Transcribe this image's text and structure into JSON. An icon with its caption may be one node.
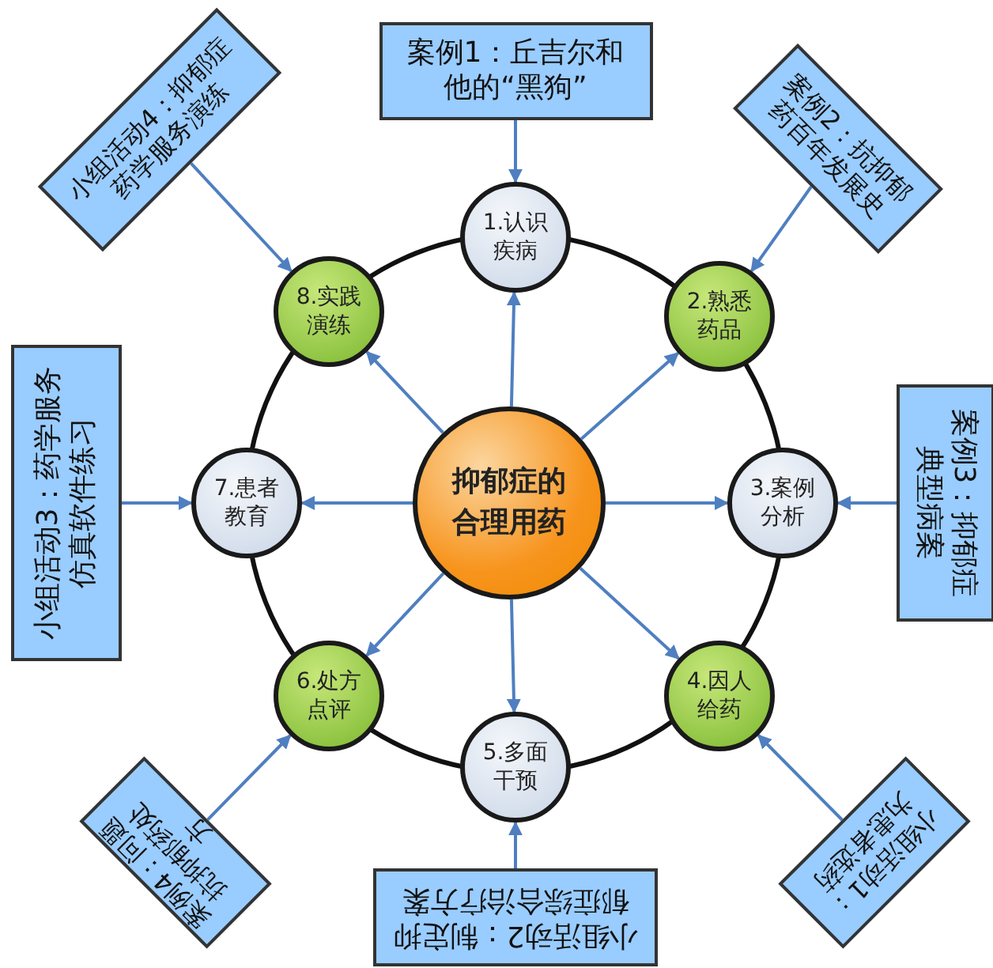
{
  "diagram": {
    "nodes": [
      {
        "text": [
          "抑郁症的合理用药"
        ]
      },
      {
        "text": [
          "1.认识疾病"
        ]
      },
      {
        "text": [
          "2.熟悉药品"
        ]
      },
      {
        "text": [
          "3.案例分析"
        ]
      },
      {
        "text": [
          "4.因人给药"
        ]
      },
      {
        "text": [
          "5.多面干预"
        ]
      },
      {
        "text": [
          "6.处方点评"
        ]
      },
      {
        "text": [
          "7.患者教育"
        ]
      },
      {
        "text": [
          "8.实践演练"
        ]
      },
      {
        "text": [
          "案例1：丘吉尔和他的“黑狗”"
        ]
      },
      {
        "text": [
          "案例2：抗抑郁药百年发展史"
        ]
      },
      {
        "text": [
          "案例3：抑郁症典型病案"
        ]
      },
      {
        "text": [
          "小组活动1：为患者选药"
        ]
      },
      {
        "text": [
          "小组活动2：制定抑郁症综合治疗方案"
        ]
      },
      {
        "text": [
          "案例4：问题抗抑郁药处方"
        ]
      },
      {
        "text": [
          "小组活动3：药学服务仿真软件练习"
        ]
      },
      {
        "text": [
          "小组活动4：抑郁症药学服务演练"
        ]
      }
    ],
    "edges": [
      {
        "from": 0,
        "to": 1,
        "arrow": "to"
      },
      {
        "from": 0,
        "to": 2,
        "arrow": "to"
      },
      {
        "from": 0,
        "to": 3,
        "arrow": "to"
      },
      {
        "from": 0,
        "to": 4,
        "arrow": "to"
      },
      {
        "from": 0,
        "to": 5,
        "arrow": "to"
      },
      {
        "from": 0,
        "to": 6,
        "arrow": "to"
      },
      {
        "from": 0,
        "to": 7,
        "arrow": "to"
      },
      {
        "from": 0,
        "to": 8,
        "arrow": "to"
      },
      {
        "from": 9,
        "to": 1,
        "arrow": "to"
      },
      {
        "from": 10,
        "to": 2,
        "arrow": "to"
      },
      {
        "from": 11,
        "to": 3,
        "arrow": "to"
      },
      {
        "from": 12,
        "to": 4,
        "arrow": "to"
      },
      {
        "from": 13,
        "to": 5,
        "arrow": "to"
      },
      {
        "from": 14,
        "to": 6,
        "arrow": "to"
      },
      {
        "from": 15,
        "to": 7,
        "arrow": "to"
      },
      {
        "from": 16,
        "to": 8,
        "arrow": "to"
      }
    ]
  }
}
